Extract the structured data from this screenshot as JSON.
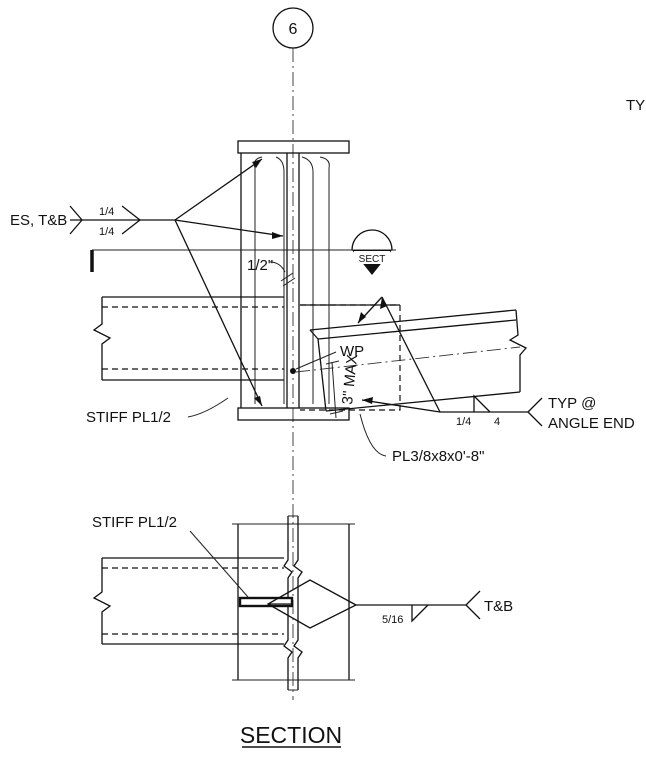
{
  "grid_bubble": "6",
  "corner_text": "TY",
  "weld_top": {
    "reference": "ES, T&B",
    "upper_size": "1/4",
    "lower_size": "1/4"
  },
  "dim_gap": "1/2\"",
  "section_cut_label": "SECT",
  "work_point": "WP",
  "dim_max": "3\" MAX",
  "stiffener_top": "STIFF PL1/2",
  "plate_callout": "PL3/8x8x0'-8\"",
  "weld_angle": {
    "size": "1/4",
    "length": "4",
    "note_line1": "TYP @",
    "note_line2": "ANGLE END"
  },
  "stiffener_bottom": "STIFF PL1/2",
  "weld_bottom": {
    "size": "5/16",
    "reference": "T&B"
  },
  "title": "SECTION"
}
